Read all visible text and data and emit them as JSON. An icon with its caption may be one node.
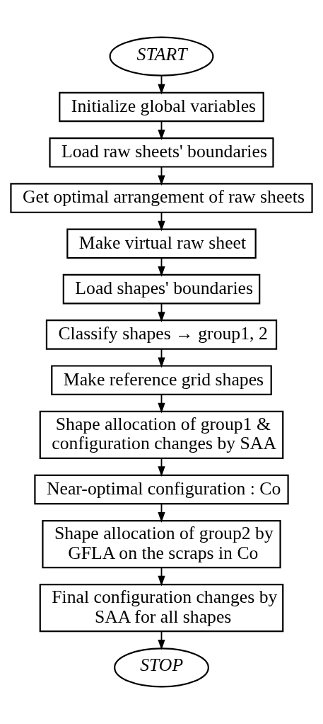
{
  "diagram": {
    "nodes": [
      {
        "text": [
          "START"
        ]
      },
      {
        "text": [
          "Initialize global variables"
        ]
      },
      {
        "text": [
          "Load raw sheets' boundaries"
        ]
      },
      {
        "text": [
          "Get optimal arrangement of raw sheets"
        ]
      },
      {
        "text": [
          "Make virtual raw sheet"
        ]
      },
      {
        "text": [
          "Load shapes' boundaries"
        ]
      },
      {
        "text": [
          "Classify shapes → group1, 2"
        ]
      },
      {
        "text": [
          "Make reference grid shapes"
        ]
      },
      {
        "text": [
          "Shape allocation of group1 & configuration changes by SAA"
        ]
      },
      {
        "text": [
          "Near-optimal configuration : Co"
        ]
      },
      {
        "text": [
          "Shape allocation of group2 by GFLA on the scraps in Co"
        ]
      },
      {
        "text": [
          "Final configuration changes by SAA for all shapes"
        ]
      },
      {
        "text": [
          "STOP"
        ]
      }
    ],
    "edges": [
      {
        "from": 0,
        "to": 1,
        "arrow": "to"
      },
      {
        "from": 1,
        "to": 2,
        "arrow": "to"
      },
      {
        "from": 2,
        "to": 3,
        "arrow": "to"
      },
      {
        "from": 3,
        "to": 4,
        "arrow": "to"
      },
      {
        "from": 4,
        "to": 5,
        "arrow": "to"
      },
      {
        "from": 5,
        "to": 6,
        "arrow": "to"
      },
      {
        "from": 6,
        "to": 7,
        "arrow": "to"
      },
      {
        "from": 7,
        "to": 8,
        "arrow": "to"
      },
      {
        "from": 8,
        "to": 9,
        "arrow": "to"
      },
      {
        "from": 9,
        "to": 10,
        "arrow": "to"
      },
      {
        "from": 10,
        "to": 11,
        "arrow": "to"
      },
      {
        "from": 11,
        "to": 12,
        "arrow": "to"
      }
    ]
  }
}
